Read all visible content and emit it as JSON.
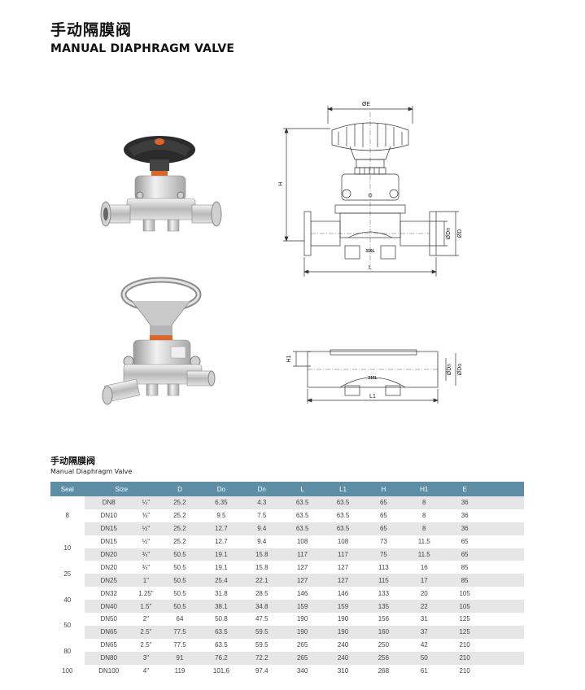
{
  "header": {
    "title_cn": "手动隔膜阀",
    "title_en": "MANUAL DIAPHRAGM VALVE"
  },
  "drawings": {
    "front": {
      "E": "ØE",
      "H": "H",
      "Dn": "ØDn",
      "D": "ØD",
      "L": "L",
      "mark": "316L"
    },
    "bottom": {
      "H1": "H1",
      "Dn": "ØDn",
      "Do": "ØDo",
      "L1": "L1",
      "mark": "316L"
    }
  },
  "table": {
    "title_cn": "手动隔膜阀",
    "title_en": "Manual Diaphragm Valve",
    "header_color": "#5d8ea6",
    "columns": [
      "Seal",
      "Size",
      "D",
      "Do",
      "Dn",
      "L",
      "L1",
      "H",
      "H1",
      "E"
    ],
    "groups": [
      {
        "seal": "8",
        "rows": [
          {
            "dn": "DN8",
            "inch": "¼\"",
            "D": "25.2",
            "Do": "6.35",
            "Dn": "4.3",
            "L": "63.5",
            "L1": "63.5",
            "H": "65",
            "H1": "8",
            "E": "36"
          },
          {
            "dn": "DN10",
            "inch": "⅜\"",
            "D": "25.2",
            "Do": "9.5",
            "Dn": "7.5",
            "L": "63.5",
            "L1": "63.5",
            "H": "65",
            "H1": "8",
            "E": "36"
          },
          {
            "dn": "DN15",
            "inch": "½\"",
            "D": "25.2",
            "Do": "12.7",
            "Dn": "9.4",
            "L": "63.5",
            "L1": "63.5",
            "H": "65",
            "H1": "8",
            "E": "36"
          }
        ]
      },
      {
        "seal": "10",
        "rows": [
          {
            "dn": "DN15",
            "inch": "½\"",
            "D": "25.2",
            "Do": "12.7",
            "Dn": "9.4",
            "L": "108",
            "L1": "108",
            "H": "73",
            "H1": "11.5",
            "E": "65"
          },
          {
            "dn": "DN20",
            "inch": "¾\"",
            "D": "50.5",
            "Do": "19.1",
            "Dn": "15.8",
            "L": "117",
            "L1": "117",
            "H": "75",
            "H1": "11.5",
            "E": "65"
          }
        ]
      },
      {
        "seal": "25",
        "rows": [
          {
            "dn": "DN20",
            "inch": "¾\"",
            "D": "50.5",
            "Do": "19.1",
            "Dn": "15.8",
            "L": "127",
            "L1": "127",
            "H": "113",
            "H1": "16",
            "E": "85"
          },
          {
            "dn": "DN25",
            "inch": "1\"",
            "D": "50.5",
            "Do": "25.4",
            "Dn": "22.1",
            "L": "127",
            "L1": "127",
            "H": "115",
            "H1": "17",
            "E": "85"
          }
        ]
      },
      {
        "seal": "40",
        "rows": [
          {
            "dn": "DN32",
            "inch": "1.25\"",
            "D": "50.5",
            "Do": "31.8",
            "Dn": "28.5",
            "L": "146",
            "L1": "146",
            "H": "133",
            "H1": "20",
            "E": "105"
          },
          {
            "dn": "DN40",
            "inch": "1.5\"",
            "D": "50.5",
            "Do": "38.1",
            "Dn": "34.8",
            "L": "159",
            "L1": "159",
            "H": "135",
            "H1": "22",
            "E": "105"
          }
        ]
      },
      {
        "seal": "50",
        "rows": [
          {
            "dn": "DN50",
            "inch": "2\"",
            "D": "64",
            "Do": "50.8",
            "Dn": "47.5",
            "L": "190",
            "L1": "190",
            "H": "156",
            "H1": "31",
            "E": "125"
          },
          {
            "dn": "DN65",
            "inch": "2.5\"",
            "D": "77.5",
            "Do": "63.5",
            "Dn": "59.5",
            "L": "190",
            "L1": "190",
            "H": "160",
            "H1": "37",
            "E": "125"
          }
        ]
      },
      {
        "seal": "80",
        "rows": [
          {
            "dn": "DN65",
            "inch": "2.5\"",
            "D": "77.5",
            "Do": "63.5",
            "Dn": "59.5",
            "L": "265",
            "L1": "240",
            "H": "250",
            "H1": "42",
            "E": "210"
          },
          {
            "dn": "DN80",
            "inch": "3\"",
            "D": "91",
            "Do": "76.2",
            "Dn": "72.2",
            "L": "265",
            "L1": "240",
            "H": "256",
            "H1": "50",
            "E": "210"
          }
        ]
      },
      {
        "seal": "100",
        "rows": [
          {
            "dn": "DN100",
            "inch": "4\"",
            "D": "119",
            "Do": "101.6",
            "Dn": "97.4",
            "L": "340",
            "L1": "310",
            "H": "268",
            "H1": "61",
            "E": "210"
          }
        ]
      }
    ]
  }
}
